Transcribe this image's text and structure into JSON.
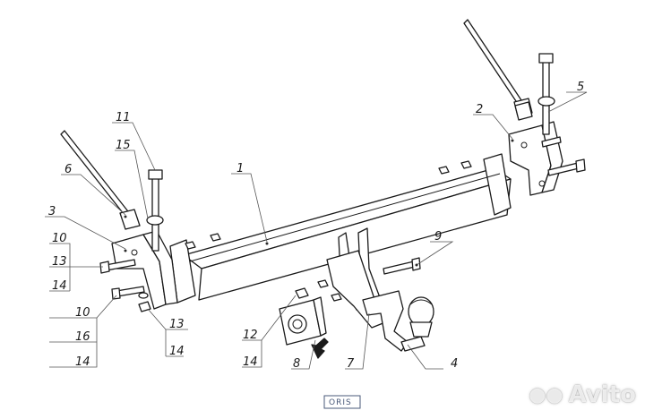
{
  "callouts": {
    "c1": "1",
    "c2": "2",
    "c3": "3",
    "c4": "4",
    "c5": "5",
    "c6": "6",
    "c7": "7",
    "c8": "8",
    "c9": "9",
    "c10a": "10",
    "c13a": "13",
    "c14a": "14",
    "c10b": "10",
    "c16": "16",
    "c14b": "14",
    "c11": "11",
    "c15": "15",
    "c12": "12",
    "c14c": "14",
    "c13b": "13",
    "c14d": "14"
  },
  "logo": {
    "text": "ORIS"
  },
  "watermark": {
    "text": "Avito",
    "icon": "paw-dots-icon"
  },
  "colors": {
    "line": "#1a1a1a",
    "logo": "#4a5a7a"
  }
}
